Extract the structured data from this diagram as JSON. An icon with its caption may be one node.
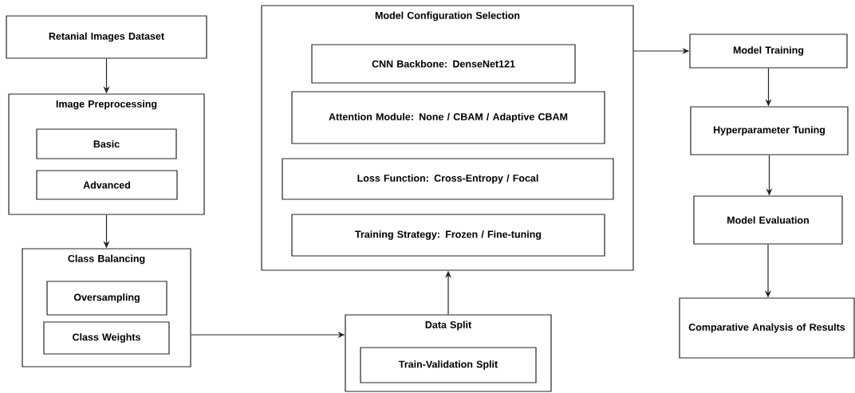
{
  "diagram": {
    "nodes": [
      {
        "text": [
          "Retanial Images Dataset"
        ]
      },
      {
        "text": [
          "Image Preprocessing"
        ]
      },
      {
        "text": [
          "Basic"
        ],
        "in": 1
      },
      {
        "text": [
          "Advanced"
        ],
        "in": 1
      },
      {
        "text": [
          "Class Balancing"
        ]
      },
      {
        "text": [
          "Oversampling"
        ],
        "in": 4
      },
      {
        "text": [
          "Class Weights"
        ],
        "in": 4
      },
      {
        "text": [
          "Model Configuration Selection"
        ]
      },
      {
        "text": [
          "CNN Backbone: DenseNet121"
        ],
        "in": 7
      },
      {
        "text": [
          "Attention Module: None / CBAM / Adaptive CBAM"
        ],
        "in": 7
      },
      {
        "text": [
          "Loss Function: Cross-Entropy / Focal"
        ],
        "in": 7
      },
      {
        "text": [
          "Training Strategy: Frozen / Fine-tuning"
        ],
        "in": 7
      },
      {
        "text": [
          "Data Split"
        ]
      },
      {
        "text": [
          "Train-Validation Split"
        ],
        "in": 12
      },
      {
        "text": [
          "Model Training"
        ]
      },
      {
        "text": [
          "Hyperparameter Tuning"
        ]
      },
      {
        "text": [
          "Model Evaluation"
        ]
      },
      {
        "text": [
          "Comparative Analysis of Results"
        ]
      }
    ],
    "edges": [
      {
        "from": 0,
        "to": 1,
        "arrow": "to"
      },
      {
        "from": 1,
        "to": 4,
        "arrow": "to"
      },
      {
        "from": 4,
        "to": 12,
        "arrow": "to"
      },
      {
        "from": 12,
        "to": 7,
        "arrow": "to"
      },
      {
        "from": 7,
        "to": 14,
        "arrow": "to"
      },
      {
        "from": 14,
        "to": 15,
        "arrow": "to"
      },
      {
        "from": 15,
        "to": 16,
        "arrow": "to"
      },
      {
        "from": 16,
        "to": 17,
        "arrow": "to"
      }
    ]
  }
}
